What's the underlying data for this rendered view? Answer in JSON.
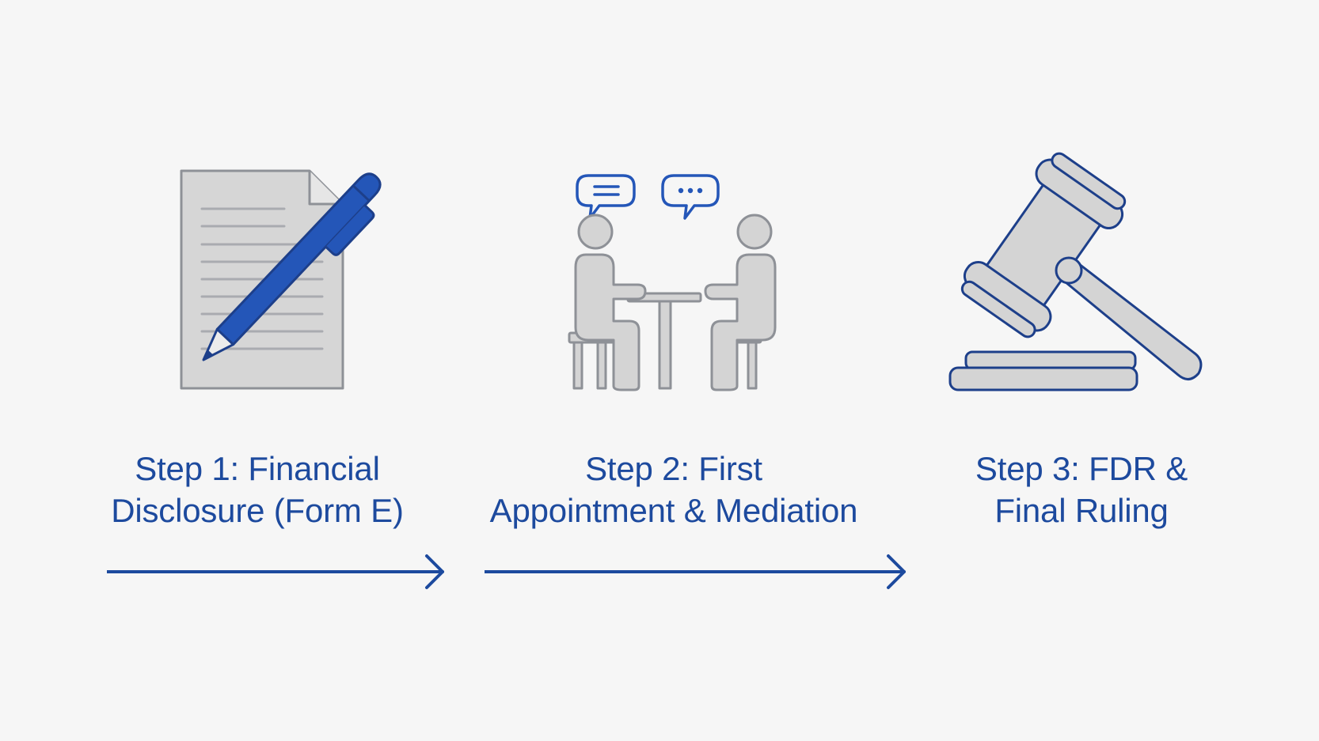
{
  "steps": [
    {
      "icon": "document-pen-icon",
      "label_line1": "Step 1: Financial",
      "label_line2": "Disclosure (Form E)"
    },
    {
      "icon": "mediation-meeting-icon",
      "label_line1": "Step 2: First",
      "label_line2": "Appointment & Mediation"
    },
    {
      "icon": "gavel-icon",
      "label_line1": "Step 3: FDR &",
      "label_line2": "Final Ruling"
    }
  ],
  "colors": {
    "background": "#f6f6f6",
    "accent_blue": "#1d4a9e",
    "pen_blue": "#2456b8",
    "icon_gray": "#d4d4d4",
    "icon_outline_gray": "#8e9197"
  }
}
